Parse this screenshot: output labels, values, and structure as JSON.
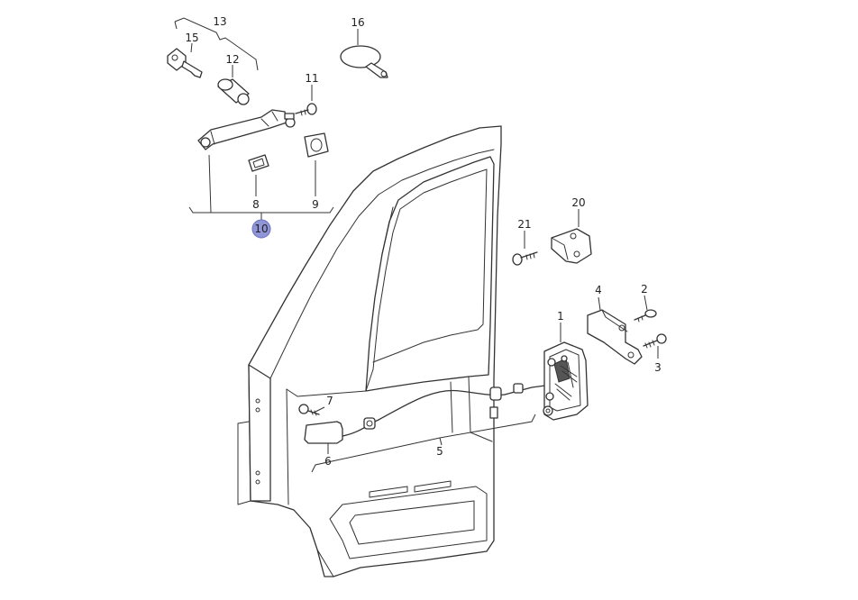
{
  "diagram": {
    "highlight_color": "#8f95d6",
    "callouts": [
      {
        "id": "1",
        "label": "1"
      },
      {
        "id": "2",
        "label": "2"
      },
      {
        "id": "3",
        "label": "3"
      },
      {
        "id": "4",
        "label": "4"
      },
      {
        "id": "5",
        "label": "5"
      },
      {
        "id": "6",
        "label": "6"
      },
      {
        "id": "7",
        "label": "7"
      },
      {
        "id": "8",
        "label": "8"
      },
      {
        "id": "9",
        "label": "9"
      },
      {
        "id": "10",
        "label": "10",
        "highlighted": true
      },
      {
        "id": "11",
        "label": "11"
      },
      {
        "id": "12",
        "label": "12"
      },
      {
        "id": "13",
        "label": "13"
      },
      {
        "id": "15",
        "label": "15"
      },
      {
        "id": "16",
        "label": "16"
      },
      {
        "id": "20",
        "label": "20"
      },
      {
        "id": "21",
        "label": "21"
      }
    ]
  }
}
